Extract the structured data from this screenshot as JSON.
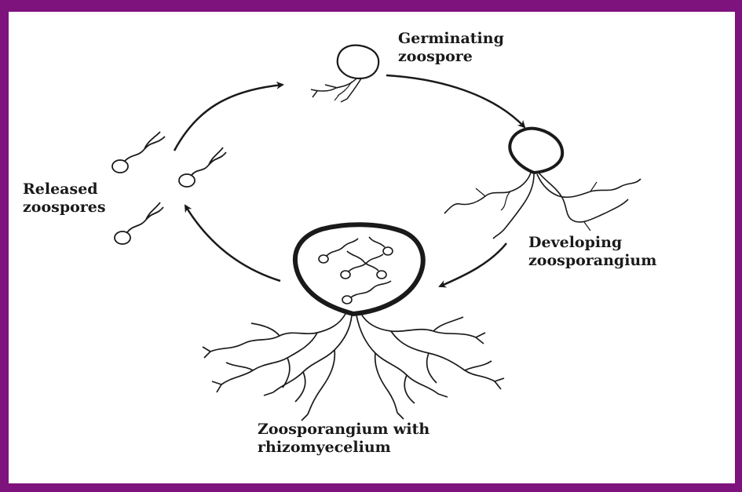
{
  "colors": {
    "frame": "#7e137e",
    "ink": "#1a1a1a",
    "background": "#ffffff"
  },
  "stages": {
    "germinating": {
      "line1": "Germinating",
      "line2": "zoospore"
    },
    "developing": {
      "line1": "Developing",
      "line2": "zoosporangium"
    },
    "mature": {
      "line1": "Zoosporangium with",
      "line2": "rhizomyecelium"
    },
    "released": {
      "line1": "Released",
      "line2": "zoospores"
    }
  },
  "cycle_order": [
    "germinating",
    "developing",
    "mature",
    "released"
  ]
}
